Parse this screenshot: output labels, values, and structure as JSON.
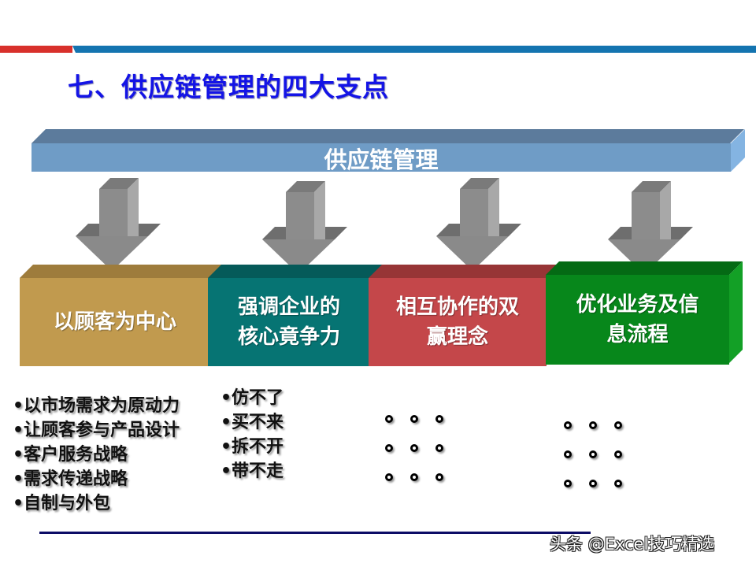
{
  "slide": {
    "title": "七、供应链管理的四大支点",
    "header_bar": {
      "label": "供应链管理",
      "color": "#6f9cc6"
    },
    "pillars": [
      {
        "label": "以顾客为中心",
        "color": "#c19a4e",
        "top_color": "#9e7c3c"
      },
      {
        "label": "强调企业的\n核心竟争力",
        "line1": "强调企业的",
        "line2": "核心竟争力",
        "color": "#067473",
        "top_color": "#055a59"
      },
      {
        "label": "相互协作的双\n赢理念",
        "line1": "相互协作的双",
        "line2": "赢理念",
        "color": "#c4474a",
        "top_color": "#973536"
      },
      {
        "label": "优化业务及信\n息流程",
        "line1": "优化业务及信",
        "line2": "息流程",
        "color": "#07871b",
        "top_color": "#046a14"
      }
    ],
    "bullets_col1": [
      "•以市场需求为原动力",
      "•让顾客参与产品设计",
      "•客户服务战略",
      "•需求传递战略",
      "•自制与外包"
    ],
    "bullets_col2": [
      "•仿不了",
      "•买不来",
      "•拆不开",
      "•带不走"
    ],
    "ellipsis_col3": {
      "rows": 3,
      "cols": 3,
      "symbol": "。"
    },
    "ellipsis_col4": {
      "rows": 3,
      "cols": 3,
      "symbol": "。"
    },
    "watermark": "头条 @Excel技巧精选"
  },
  "colors": {
    "title": "#1414e6",
    "stripe_red": "#d8302b",
    "stripe_blue": "#1474b0",
    "footer_line": "#0c0c66",
    "arrow": "#8c8c8c"
  }
}
